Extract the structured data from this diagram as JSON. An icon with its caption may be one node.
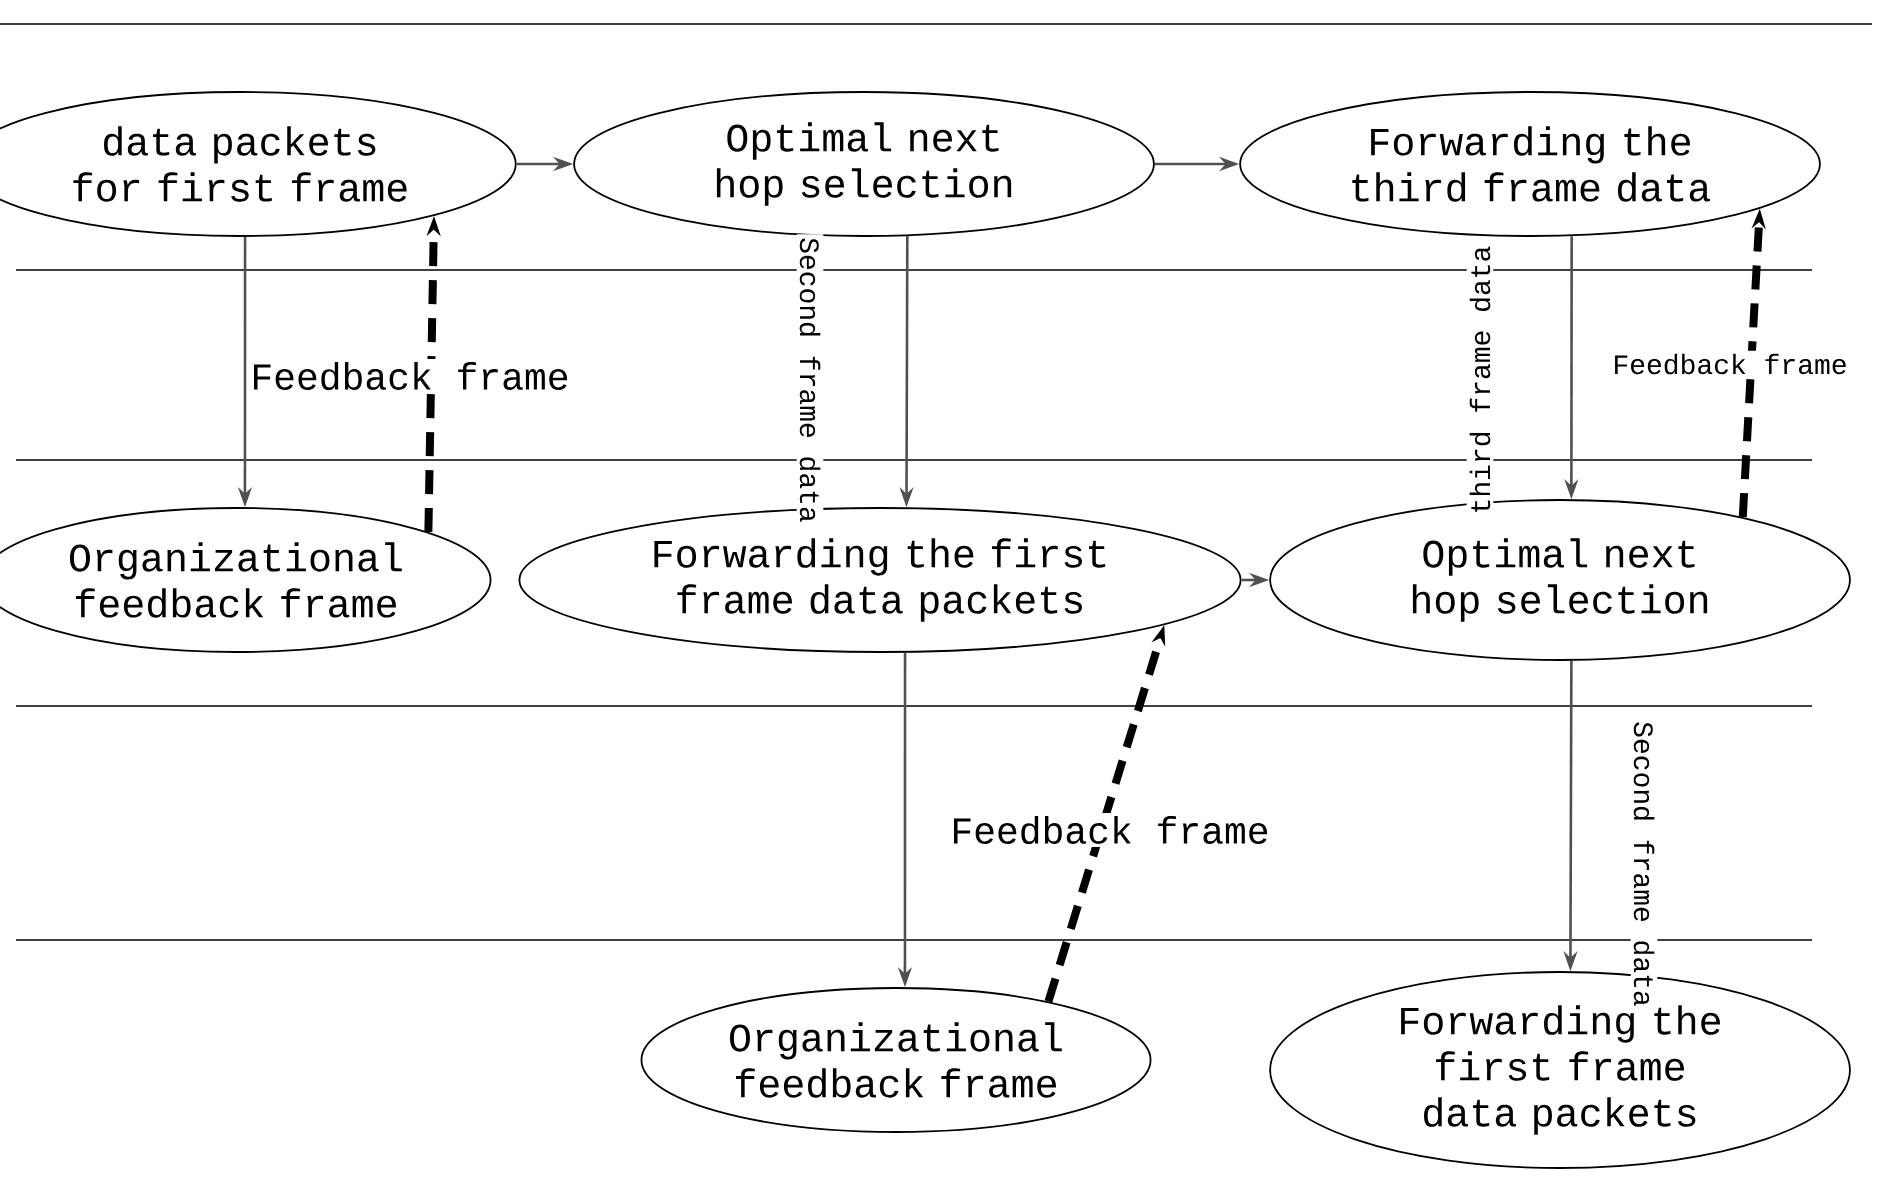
{
  "diagram": {
    "nodes": [
      {
        "text": [
          "data packets for first frame"
        ]
      },
      {
        "text": [
          "Optimal next hop selection"
        ]
      },
      {
        "text": [
          "Forwarding the third frame data"
        ]
      },
      {
        "text": [
          "Organizational feedback frame"
        ]
      },
      {
        "text": [
          "Forwarding the first frame data packets"
        ]
      },
      {
        "text": [
          "Optimal next hop selection"
        ]
      },
      {
        "text": [
          "Organizational feedback frame"
        ]
      },
      {
        "text": [
          "Forwarding the first frame data packets"
        ]
      }
    ],
    "edges": [
      {
        "from": 0,
        "to": 1,
        "arrow": "to"
      },
      {
        "from": 1,
        "to": 2,
        "arrow": "to"
      },
      {
        "from": 0,
        "to": 3,
        "arrow": "to"
      },
      {
        "from": 3,
        "to": 0,
        "arrow": "to",
        "label": "Feedback frame",
        "style": "dashed",
        "color": "#000000"
      },
      {
        "from": 1,
        "to": 4,
        "arrow": "to",
        "label": "Second frame data"
      },
      {
        "from": 4,
        "to": 5,
        "arrow": "to"
      },
      {
        "from": 2,
        "to": 5,
        "arrow": "to",
        "label": "third frame data"
      },
      {
        "from": 5,
        "to": 2,
        "arrow": "to",
        "label": "Feedback frame",
        "style": "dashed",
        "color": "#000000"
      },
      {
        "from": 4,
        "to": 6,
        "arrow": "to"
      },
      {
        "from": 6,
        "to": 4,
        "arrow": "to",
        "label": "Feedback frame",
        "style": "dashed",
        "color": "#000000"
      },
      {
        "from": 5,
        "to": 7,
        "arrow": "to",
        "label": "Second frame data"
      }
    ]
  }
}
